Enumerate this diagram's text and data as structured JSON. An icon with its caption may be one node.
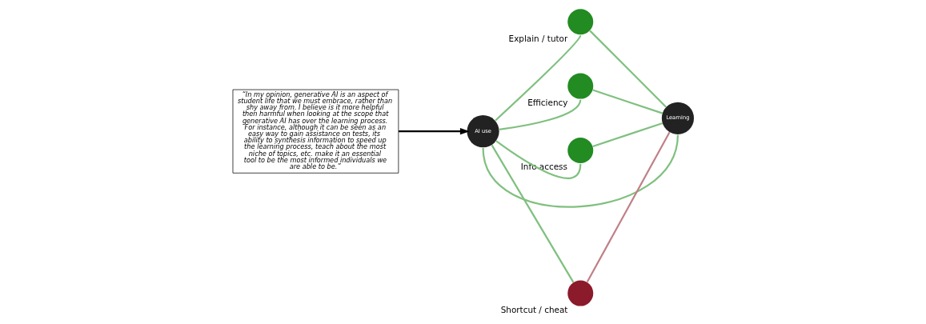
{
  "diagram": {
    "nodes": [
      {
        "text": [
          "“In my opinion, generative AI is an aspect of student life that we must embrace, rather than shy away from. I believe is it more helpful then harmful when looking at the scope that generative AI has over the learning process. For instance, although it can be seen as an easy way to gain assistance on tests, its ability to synthesis information to speed up the learning process, teach about the most niche of topics, etc. make it an essential tool to be the most informed individuals we are able to be.”"
        ]
      },
      {
        "text": [
          "AI use"
        ]
      },
      {
        "text": [],
        "shape": "circle",
        "beside": [
          "Explain / tutor"
        ]
      },
      {
        "text": [],
        "shape": "circle",
        "beside": [
          "Efficiency"
        ]
      },
      {
        "text": [],
        "shape": "circle",
        "beside": [
          "Info access"
        ]
      },
      {
        "text": [
          "Learning"
        ]
      },
      {
        "text": [],
        "shape": "circle",
        "beside": [
          "Shortcut / cheat"
        ]
      }
    ],
    "edges": [
      {
        "from": 0,
        "to": 1,
        "arrow": "to",
        "color": "#000000"
      },
      {
        "from": 1,
        "to": 2,
        "arrow": "none"
      },
      {
        "from": 1,
        "to": 3,
        "arrow": "none"
      },
      {
        "from": 1,
        "to": 4,
        "arrow": "none"
      },
      {
        "from": 1,
        "to": 5,
        "arrow": "none"
      },
      {
        "from": 1,
        "to": 6,
        "arrow": "none"
      },
      {
        "from": 2,
        "to": 5,
        "arrow": "none"
      },
      {
        "from": 3,
        "to": 5,
        "arrow": "none"
      },
      {
        "from": 4,
        "to": 5,
        "arrow": "none"
      },
      {
        "from": 6,
        "to": 5,
        "arrow": "none",
        "color": "#c08088"
      }
    ]
  }
}
